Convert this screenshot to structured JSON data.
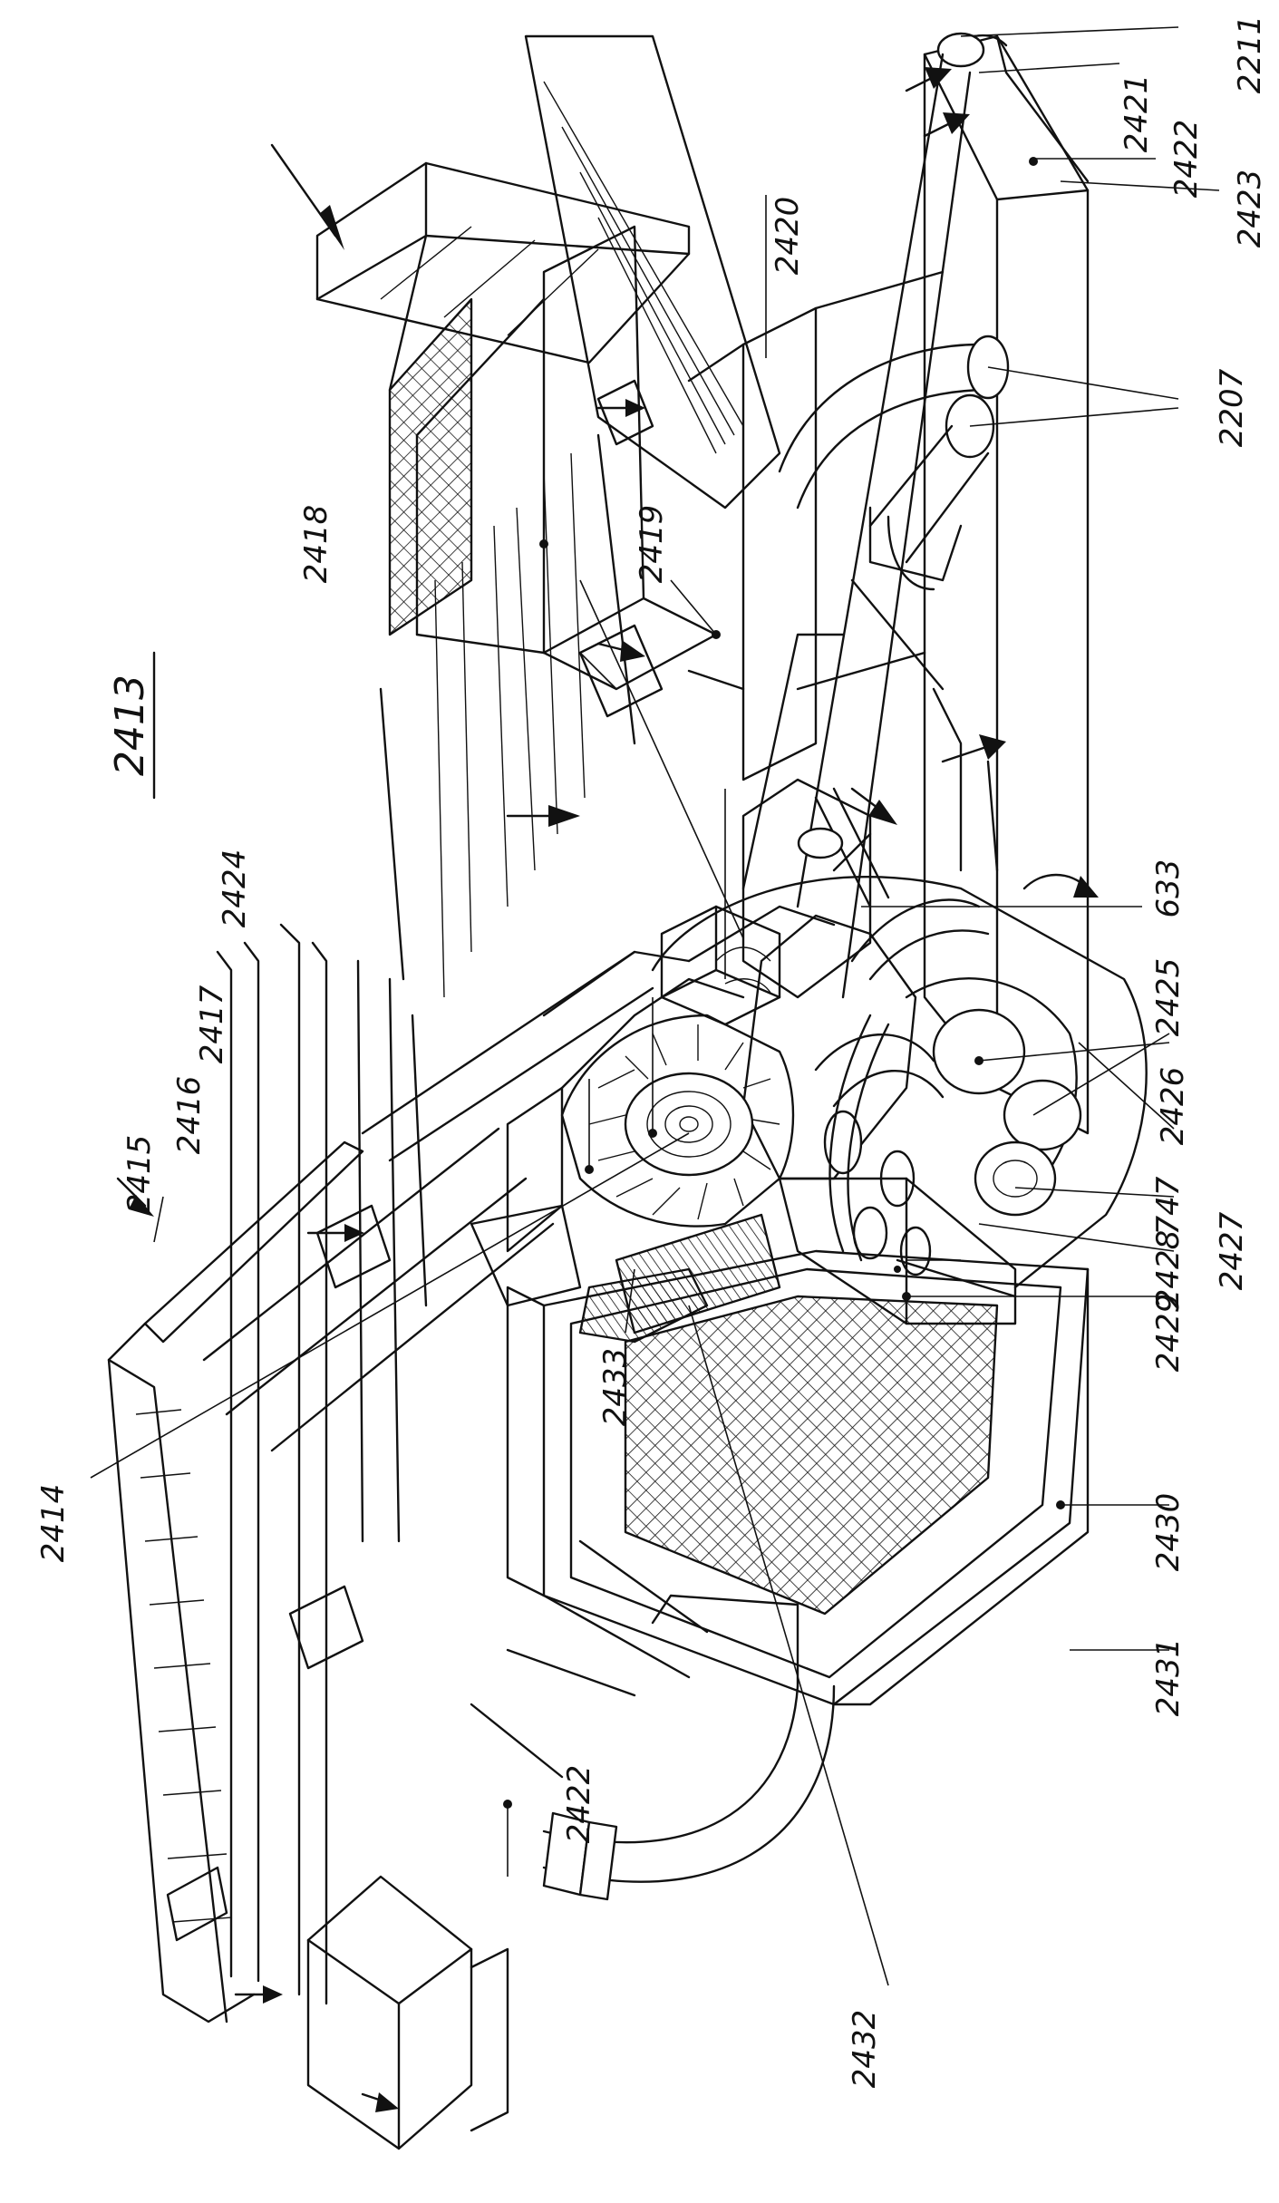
{
  "figure": {
    "title": "2413",
    "labels": {
      "l2211": "2211",
      "l2421": "2421",
      "l2422a": "2422",
      "l2423": "2423",
      "l2420": "2420",
      "l2207": "2207",
      "l2418": "2418",
      "l2419": "2419",
      "l2424": "2424",
      "l633": "633",
      "l2417": "2417",
      "l2416": "2416",
      "l2415": "2415",
      "l2414": "2414",
      "l2425": "2425",
      "l2426": "2426",
      "l747": "747",
      "l2427": "2427",
      "l2428": "2428",
      "l2429": "2429",
      "l2433": "2433",
      "l2430": "2430",
      "l2431": "2431",
      "l2422b": "2422",
      "l2432": "2432"
    }
  },
  "colors": {
    "ink": "#111111",
    "paper": "#ffffff"
  }
}
